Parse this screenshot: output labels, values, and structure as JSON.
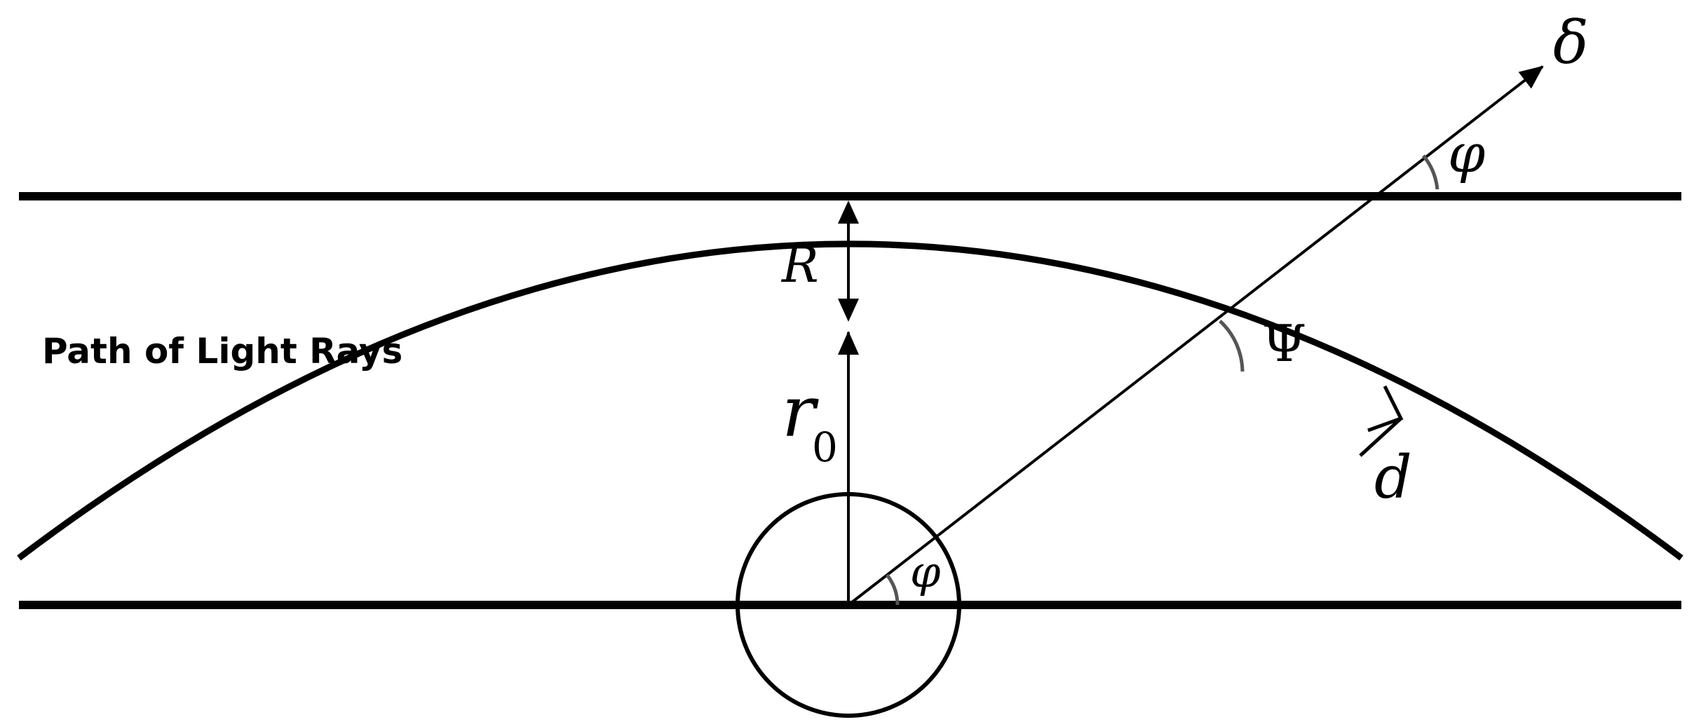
{
  "caption": "Path of Light Rays",
  "symbols": {
    "R": "R",
    "r": "r",
    "zero": "0",
    "phi": "φ",
    "psi": "Ψ",
    "delta": "δ",
    "d": "d"
  },
  "colors": {
    "ink": "#000000",
    "angle_arc": "#555555",
    "background": "#ffffff"
  }
}
